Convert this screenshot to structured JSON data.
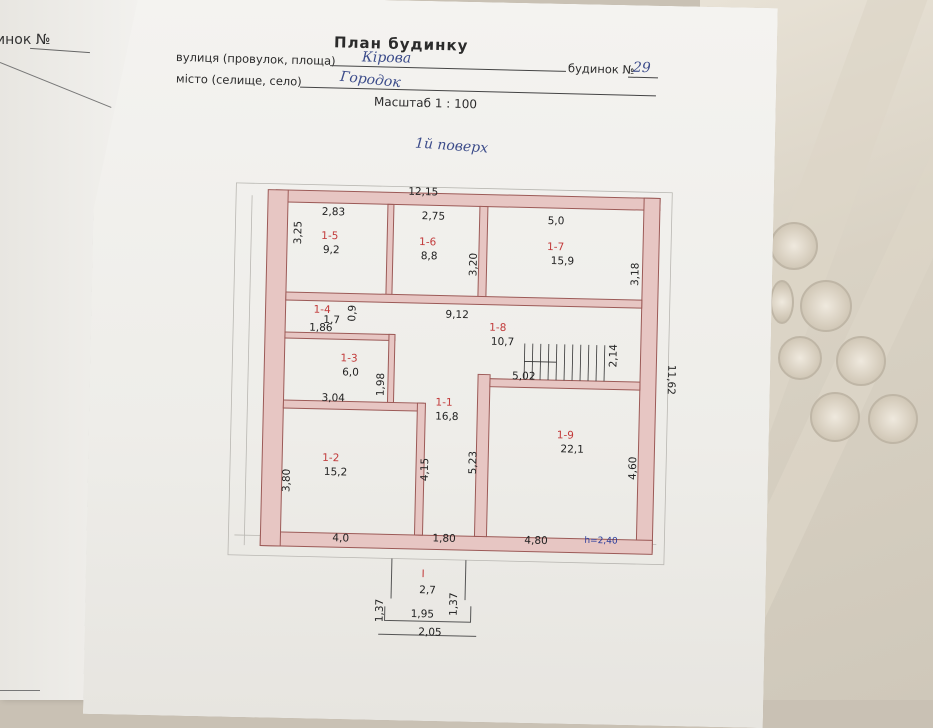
{
  "left_page": {
    "label": "инок №"
  },
  "header": {
    "title": "План будинку",
    "street_label": "вулиця (провулок, площа)",
    "street_value": "Кірова",
    "house_label": "будинок №",
    "house_value": "29",
    "city_label": "місто (селище, село)",
    "city_value": "Городок",
    "scale": "Масштаб 1 : 100",
    "floor": "1й поверх"
  },
  "plan": {
    "overall_width": "12,15",
    "overall_depth": "11,62",
    "rooms": [
      {
        "id": "1-5",
        "area": "9,2"
      },
      {
        "id": "1-6",
        "area": "8,8"
      },
      {
        "id": "1-7",
        "area": "15,9"
      },
      {
        "id": "1-4",
        "area": "1,7"
      },
      {
        "id": "1-8",
        "area": "10,7"
      },
      {
        "id": "1-3",
        "area": "6,0"
      },
      {
        "id": "1-1",
        "area": "16,8"
      },
      {
        "id": "1-2",
        "area": "15,2"
      },
      {
        "id": "1-9",
        "area": "22,1"
      }
    ],
    "dimensions": {
      "r5_w": "2,83",
      "r5_h": "3,25",
      "r6_w": "2,75",
      "r6_h": "3,20",
      "r7_w": "5,0",
      "r7_h": "3,18",
      "corr": "9,12",
      "r4_w": "1,86",
      "r4_h": "0,9",
      "r8_h": "2,14",
      "stair": "5,02",
      "r3_h": "1,98",
      "r3_w": "3,04",
      "r1_h": "5,23",
      "r1_w": "4,15",
      "r2_h": "3,80",
      "r2_w": "4,0",
      "r9_h": "4,60",
      "r9_w": "4,80",
      "door_w": "1,80",
      "porch_id": "I",
      "porch_area": "2,7",
      "porch_w": "1,95",
      "porch_total": "2,05",
      "porch_l": "1,37",
      "porch_r": "1,37"
    },
    "height_note": "h=2,40"
  }
}
